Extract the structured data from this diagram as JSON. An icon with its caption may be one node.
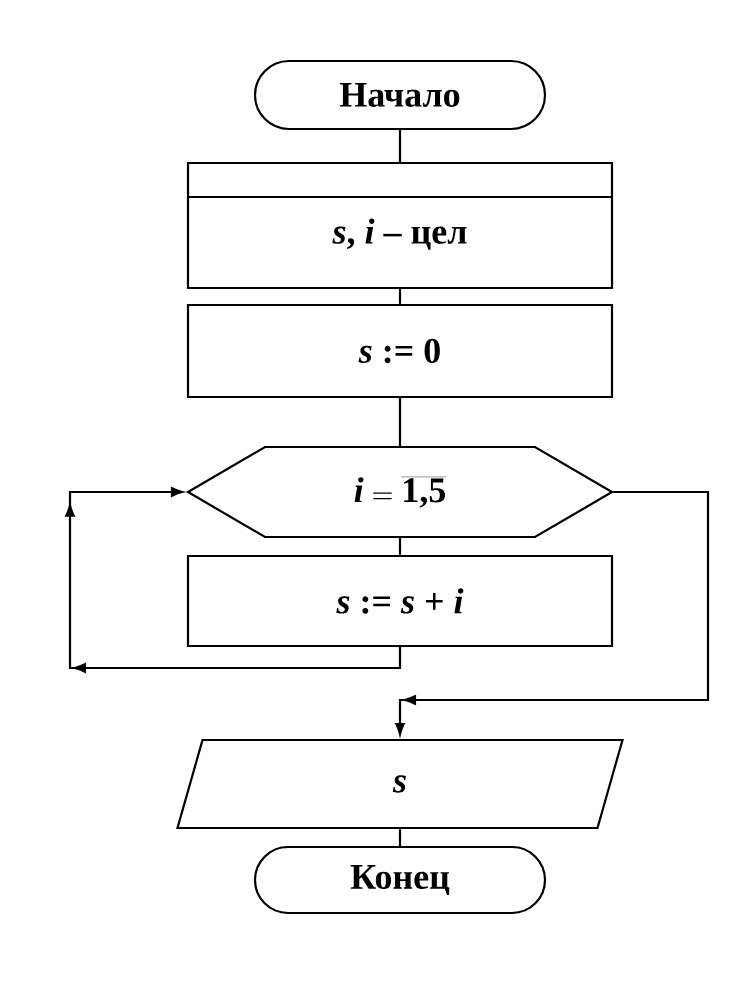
{
  "diagram": {
    "nodes": [
      {
        "text": [
          "Начало"
        ]
      },
      {
        "text": [
          "*s*, *i* – цел"
        ]
      },
      {
        "text": [
          "*s* := 0"
        ]
      },
      {
        "text": [
          "\\mbox{\\itshape i} = \\overline{\\mbox{1,5}}"
        ]
      },
      {
        "text": [
          "*s* := *s* + *i*"
        ]
      },
      {
        "text": [
          "s"
        ]
      },
      {
        "text": [
          "Конец"
        ]
      }
    ],
    "edges": [
      {
        "from": 0,
        "to": 1,
        "arrow": "none"
      },
      {
        "from": 1,
        "to": 2,
        "arrow": "none"
      },
      {
        "from": 2,
        "to": 3,
        "arrow": "none"
      },
      {
        "from": 3,
        "to": 4,
        "arrow": "none"
      },
      {
        "from": 4,
        "to": 3,
        "arrow": "to"
      },
      {
        "from": 3,
        "to": 5,
        "arrow": "to"
      },
      {
        "from": 5,
        "to": 6,
        "arrow": "none"
      }
    ]
  }
}
